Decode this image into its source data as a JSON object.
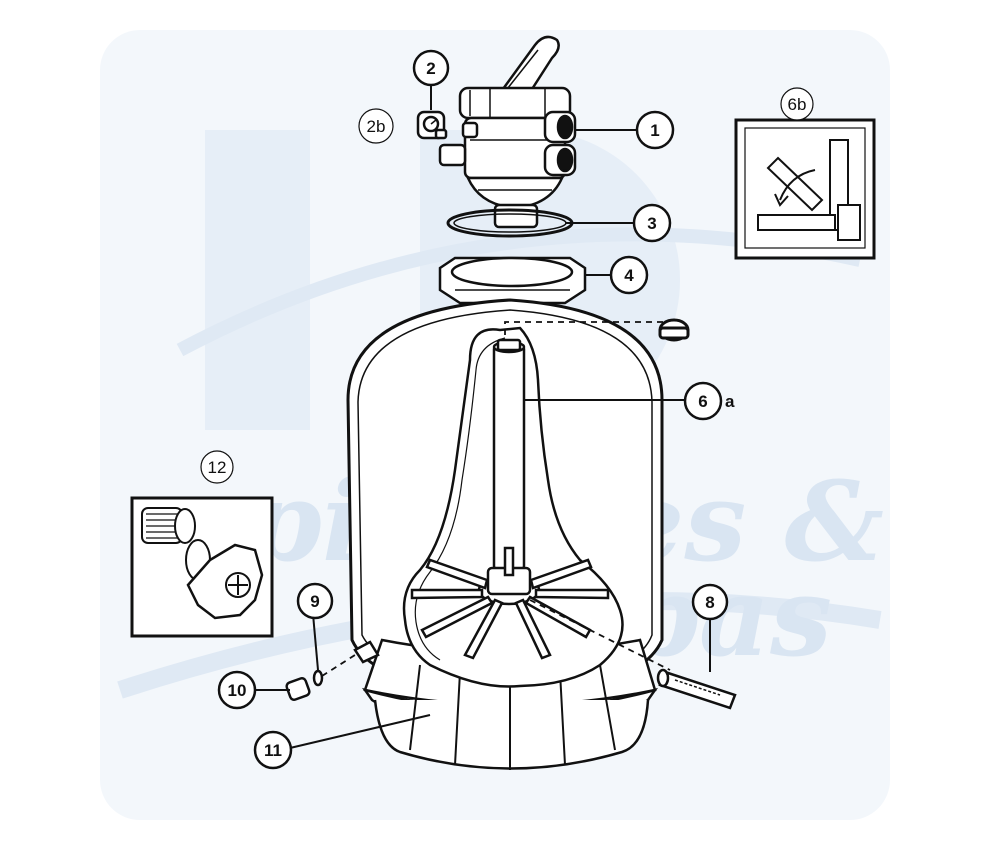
{
  "watermark": {
    "line1": "piscines &",
    "line2": "spas"
  },
  "callouts": {
    "c1": "1",
    "c2": "2",
    "c2b": "2b",
    "c3": "3",
    "c4": "4",
    "c6": "6",
    "c6_suffix": "a",
    "c6b": "6b",
    "c8": "8",
    "c9": "9",
    "c10": "10",
    "c11": "11",
    "c12": "12"
  },
  "colors": {
    "line": "#111111",
    "watermark": "#e3ecf6",
    "background": "#ffffff"
  }
}
